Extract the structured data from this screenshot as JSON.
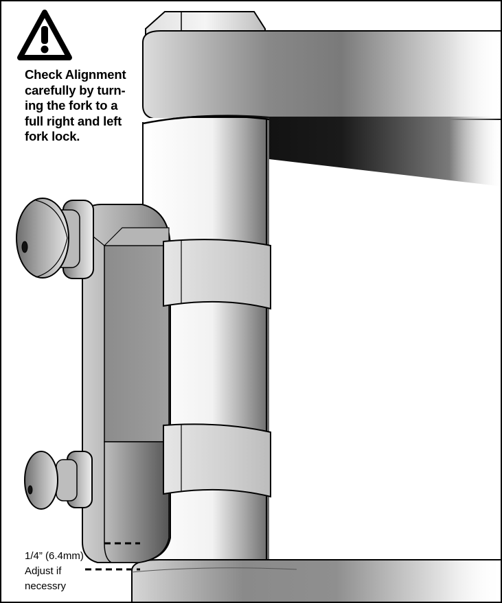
{
  "warning": {
    "icon": "warning-triangle-icon",
    "lines": [
      "Check Alignment",
      "carefully by turn-",
      "ing the fork to a",
      "full right and left",
      "fork lock."
    ]
  },
  "measurement": {
    "lines": [
      "1/4” (6.4mm)",
      "Adjust if",
      "necessry"
    ]
  },
  "colors": {
    "outline": "#000000",
    "background": "#ffffff",
    "bracket_gray": "#9a9a9a",
    "strap_gray": "#d8d8d8"
  }
}
